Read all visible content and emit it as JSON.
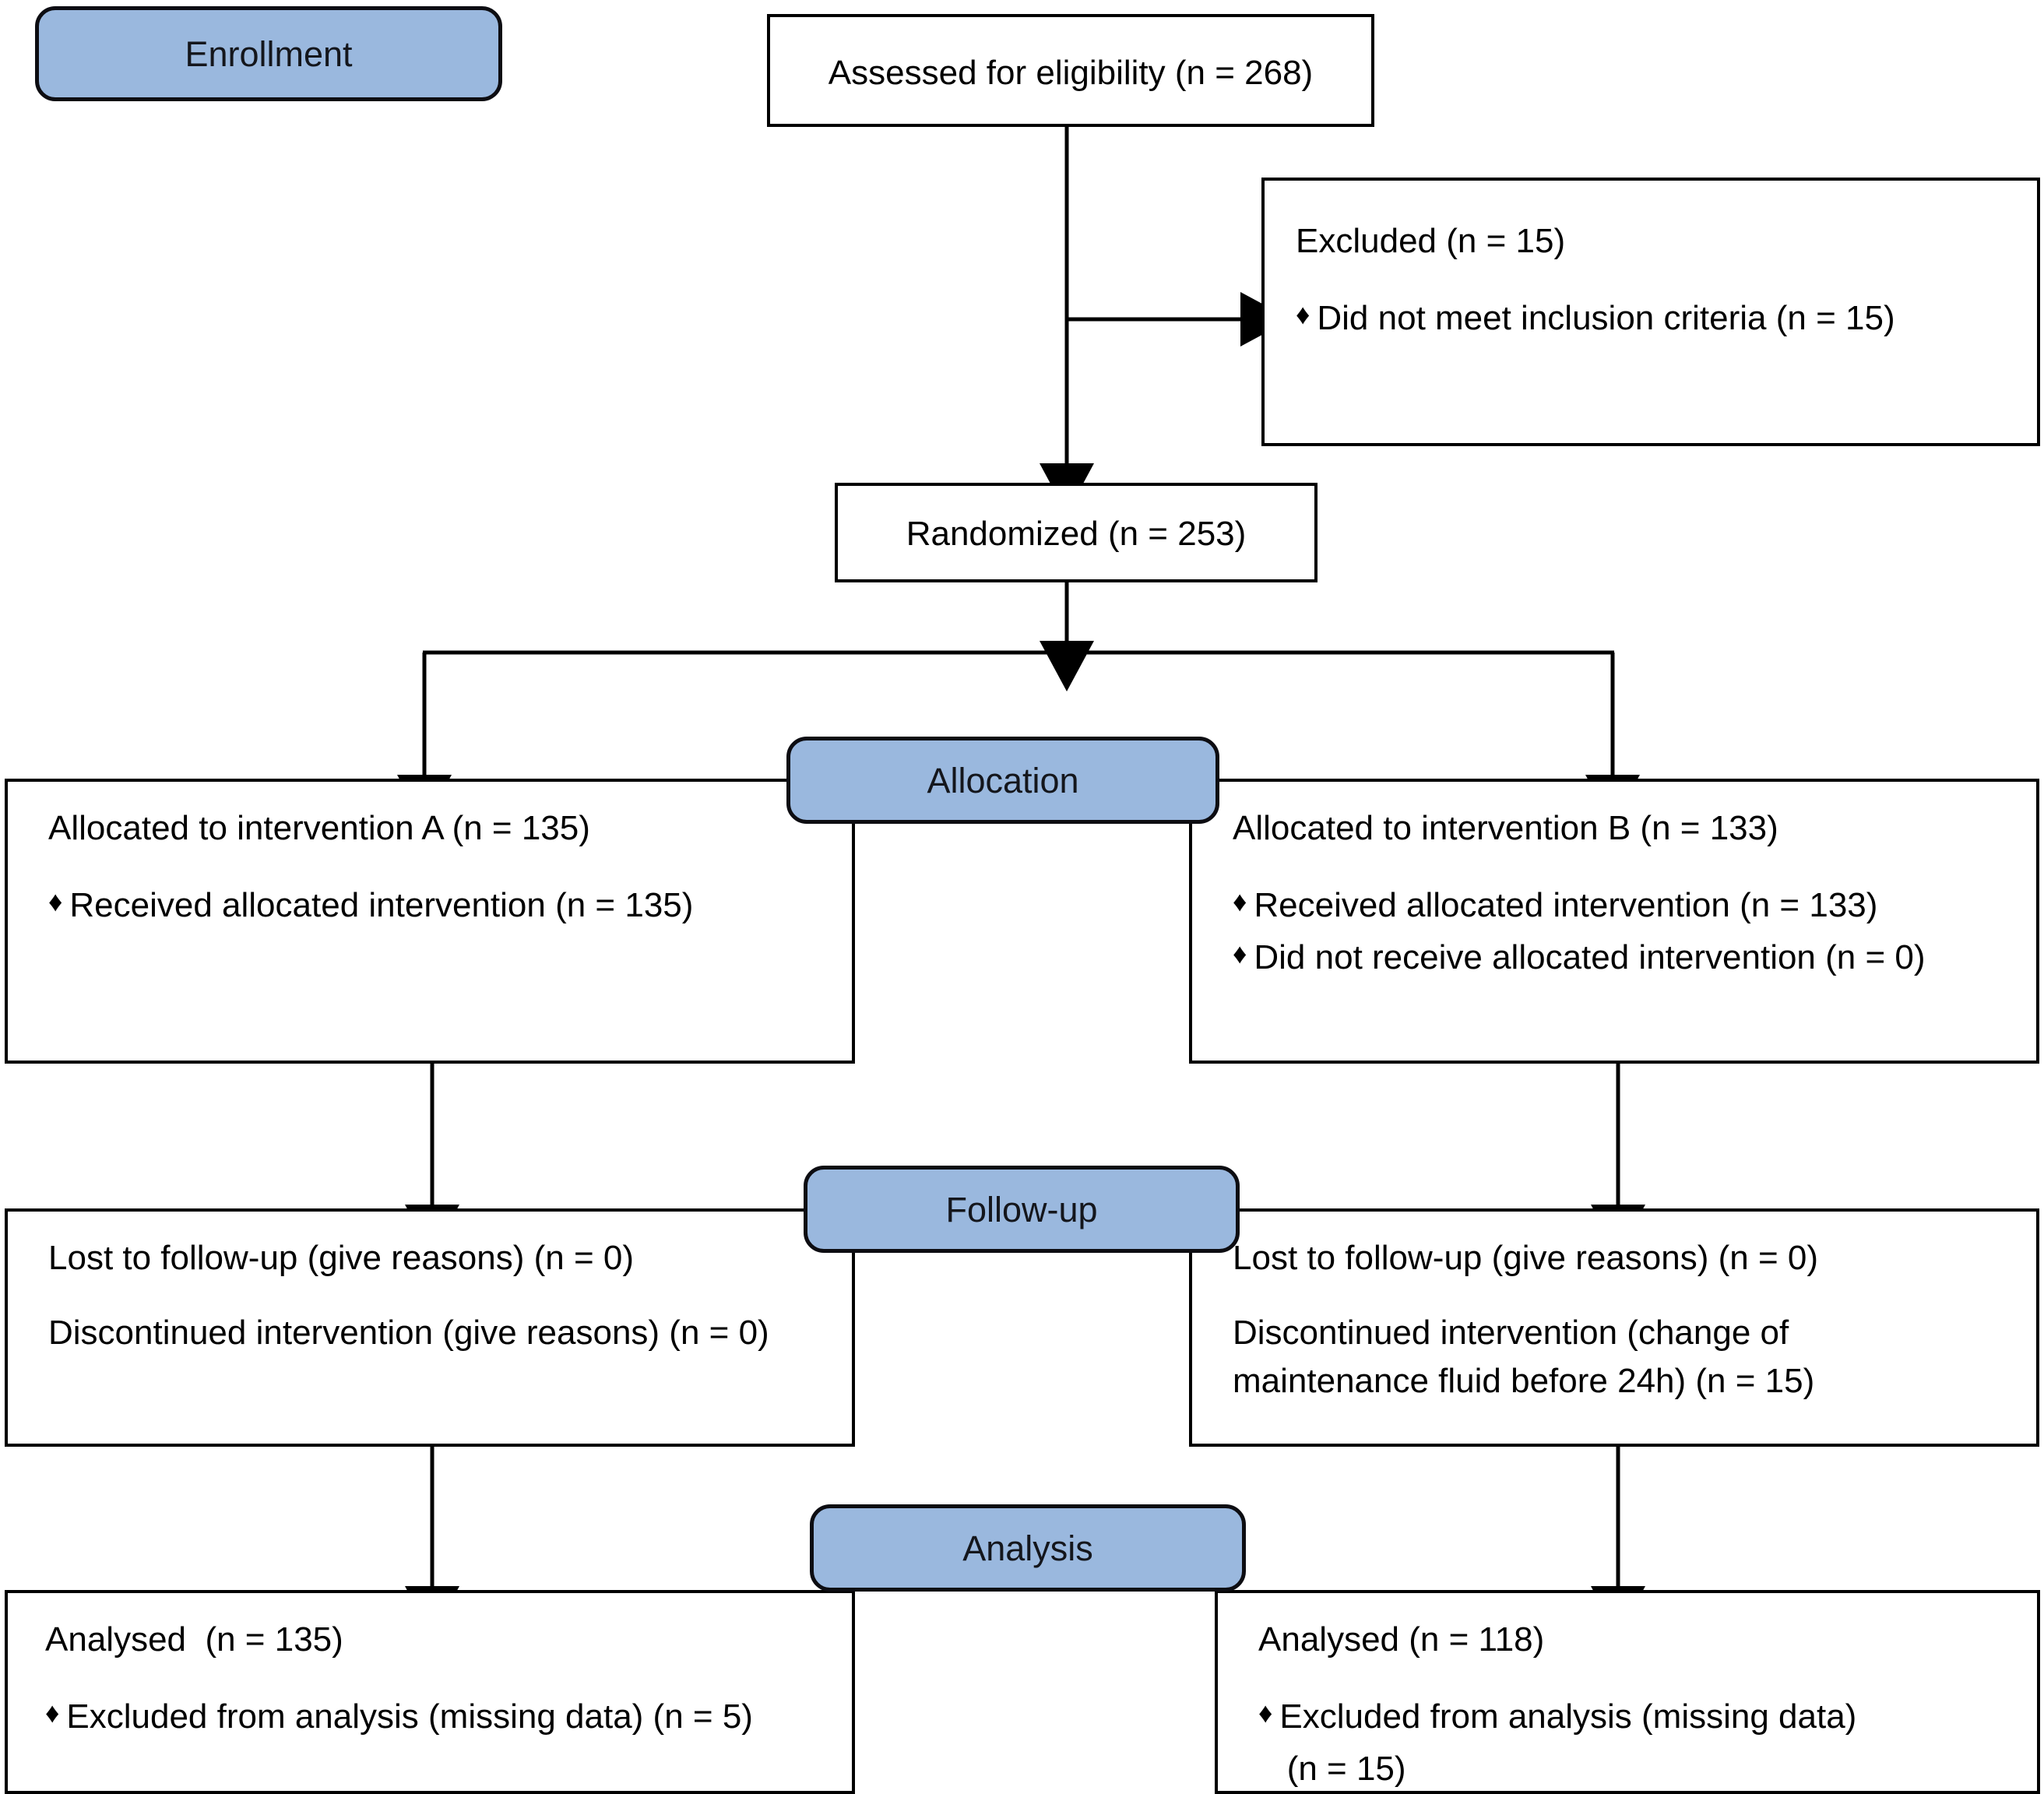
{
  "diagram": {
    "title": "CONSORT participant flow diagram",
    "accent_color": "#9ab8de",
    "border_color": "#000000",
    "background_color": "#ffffff",
    "bullet_glyph": "♦"
  },
  "stage_labels": {
    "enrollment": "Enrollment",
    "allocation": "Allocation",
    "followup": "Follow-up",
    "analysis": "Analysis"
  },
  "nodes": {
    "assessed": {
      "text": "Assessed for eligibility (n = 268)"
    },
    "excluded": {
      "heading": "Excluded (n = 15)",
      "bullets": [
        "Did not meet inclusion criteria (n = 15)"
      ]
    },
    "randomized": {
      "text": "Randomized (n = 253)"
    },
    "allocation_left": {
      "heading": "Allocated to intervention A (n = 135)",
      "bullets": [
        "Received allocated intervention (n = 135)"
      ]
    },
    "allocation_right": {
      "heading": "Allocated to intervention B (n = 133)",
      "bullets": [
        "Received allocated intervention (n = 133)",
        "Did not receive allocated intervention (n = 0)"
      ]
    },
    "followup_left": {
      "line1": "Lost to follow-up (give reasons) (n = 0)",
      "line2": "Discontinued intervention (give reasons) (n = 0)"
    },
    "followup_right": {
      "line1": "Lost to follow-up (give reasons) (n = 0)",
      "line2": "Discontinued intervention (change of",
      "line3": "maintenance fluid before 24h) (n = 15)"
    },
    "analysis_left": {
      "heading": "Analysed  (n = 135)",
      "bullets": [
        "Excluded from analysis (missing data) (n = 5)"
      ]
    },
    "analysis_right": {
      "heading": "Analysed (n = 118)",
      "bullets": [
        "Excluded from analysis (missing data)",
        "(n = 15)"
      ]
    }
  },
  "chart_data": {
    "type": "diagram",
    "title": "CONSORT flow diagram",
    "flow": [
      {
        "stage": "Enrollment",
        "label": "Assessed for eligibility",
        "n": 268
      },
      {
        "stage": "Enrollment",
        "label": "Excluded",
        "n": 15
      },
      {
        "stage": "Enrollment",
        "label": "Did not meet inclusion criteria",
        "n": 15
      },
      {
        "stage": "Enrollment",
        "label": "Randomized",
        "n": 253
      },
      {
        "stage": "Allocation",
        "arm": "A",
        "label": "Allocated to intervention A",
        "n": 135
      },
      {
        "stage": "Allocation",
        "arm": "A",
        "label": "Received allocated intervention",
        "n": 135
      },
      {
        "stage": "Allocation",
        "arm": "B",
        "label": "Allocated to intervention B",
        "n": 133
      },
      {
        "stage": "Allocation",
        "arm": "B",
        "label": "Received allocated intervention",
        "n": 133
      },
      {
        "stage": "Allocation",
        "arm": "B",
        "label": "Did not receive allocated intervention",
        "n": 0
      },
      {
        "stage": "Follow-up",
        "arm": "A",
        "label": "Lost to follow-up (give reasons)",
        "n": 0
      },
      {
        "stage": "Follow-up",
        "arm": "A",
        "label": "Discontinued intervention (give reasons)",
        "n": 0
      },
      {
        "stage": "Follow-up",
        "arm": "B",
        "label": "Lost to follow-up (give reasons)",
        "n": 0
      },
      {
        "stage": "Follow-up",
        "arm": "B",
        "label": "Discontinued intervention (change of maintenance fluid before 24h)",
        "n": 15
      },
      {
        "stage": "Analysis",
        "arm": "A",
        "label": "Analysed",
        "n": 135
      },
      {
        "stage": "Analysis",
        "arm": "A",
        "label": "Excluded from analysis (missing data)",
        "n": 5
      },
      {
        "stage": "Analysis",
        "arm": "B",
        "label": "Analysed",
        "n": 118
      },
      {
        "stage": "Analysis",
        "arm": "B",
        "label": "Excluded from analysis (missing data)",
        "n": 15
      }
    ]
  }
}
